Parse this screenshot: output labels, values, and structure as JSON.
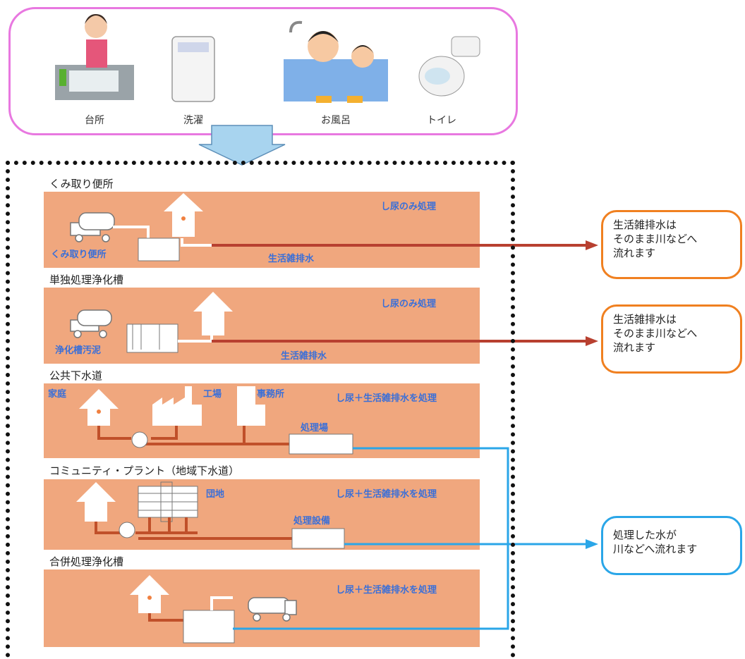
{
  "sources": {
    "kitchen": "台所",
    "laundry": "洗濯",
    "bath": "お風呂",
    "toilet": "トイレ"
  },
  "sections": [
    {
      "title": "くみ取り便所",
      "tag": "し尿のみ処理",
      "left_label": "くみ取り便所",
      "flow_label": "生活雑排水"
    },
    {
      "title": "単独処理浄化槽",
      "tag": "し尿のみ処理",
      "left_label": "浄化槽汚泥",
      "flow_label": "生活雑排水"
    },
    {
      "title": "公共下水道",
      "tag": "し尿＋生活雑排水を処理",
      "home_label": "家庭",
      "factory_label": "工場",
      "office_label": "事務所",
      "plant_label": "処理場"
    },
    {
      "title": "コミュニティ・プラント（地域下水道）",
      "tag": "し尿＋生活雑排水を処理",
      "estate_label": "団地",
      "plant_label": "処理設備"
    },
    {
      "title": "合併処理浄化槽",
      "tag": "し尿＋生活雑排水を処理"
    }
  ],
  "callouts": {
    "untreated_1": [
      "生活雑排水は",
      "そのまま川などへ",
      "流れます"
    ],
    "untreated_2": [
      "生活雑排水は",
      "そのまま川などへ",
      "流れます"
    ],
    "treated": [
      "処理した水が",
      "川などへ流れます"
    ]
  },
  "colors": {
    "band": "#f0a77e",
    "pipe": "#c0502a",
    "treated_line": "#2aa6e8",
    "untreated_arrow": "#b84030",
    "label_blue": "#3a6fd8",
    "top_border": "#e878e0",
    "orange_border": "#f08020"
  }
}
